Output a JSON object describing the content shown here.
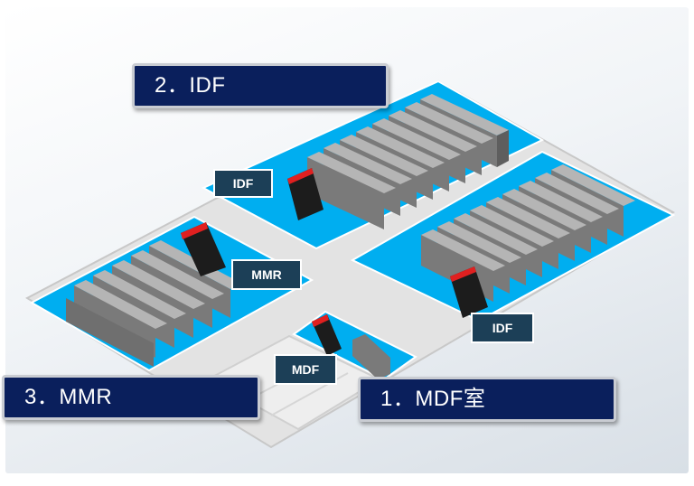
{
  "titles": {
    "idf": "2．IDF",
    "mmr": "3．MMR",
    "mdf": "1．MDF室"
  },
  "tags": {
    "idf_top": "IDF",
    "idf_right": "IDF",
    "mmr": "MMR",
    "mdf": "MDF"
  },
  "colors": {
    "room_fill": "#00aef0",
    "rack_gray": "#7f7f7f",
    "equipment_red": "#e02020",
    "title_navy": "#0a1f5c",
    "tag_teal": "#1c3f57"
  }
}
